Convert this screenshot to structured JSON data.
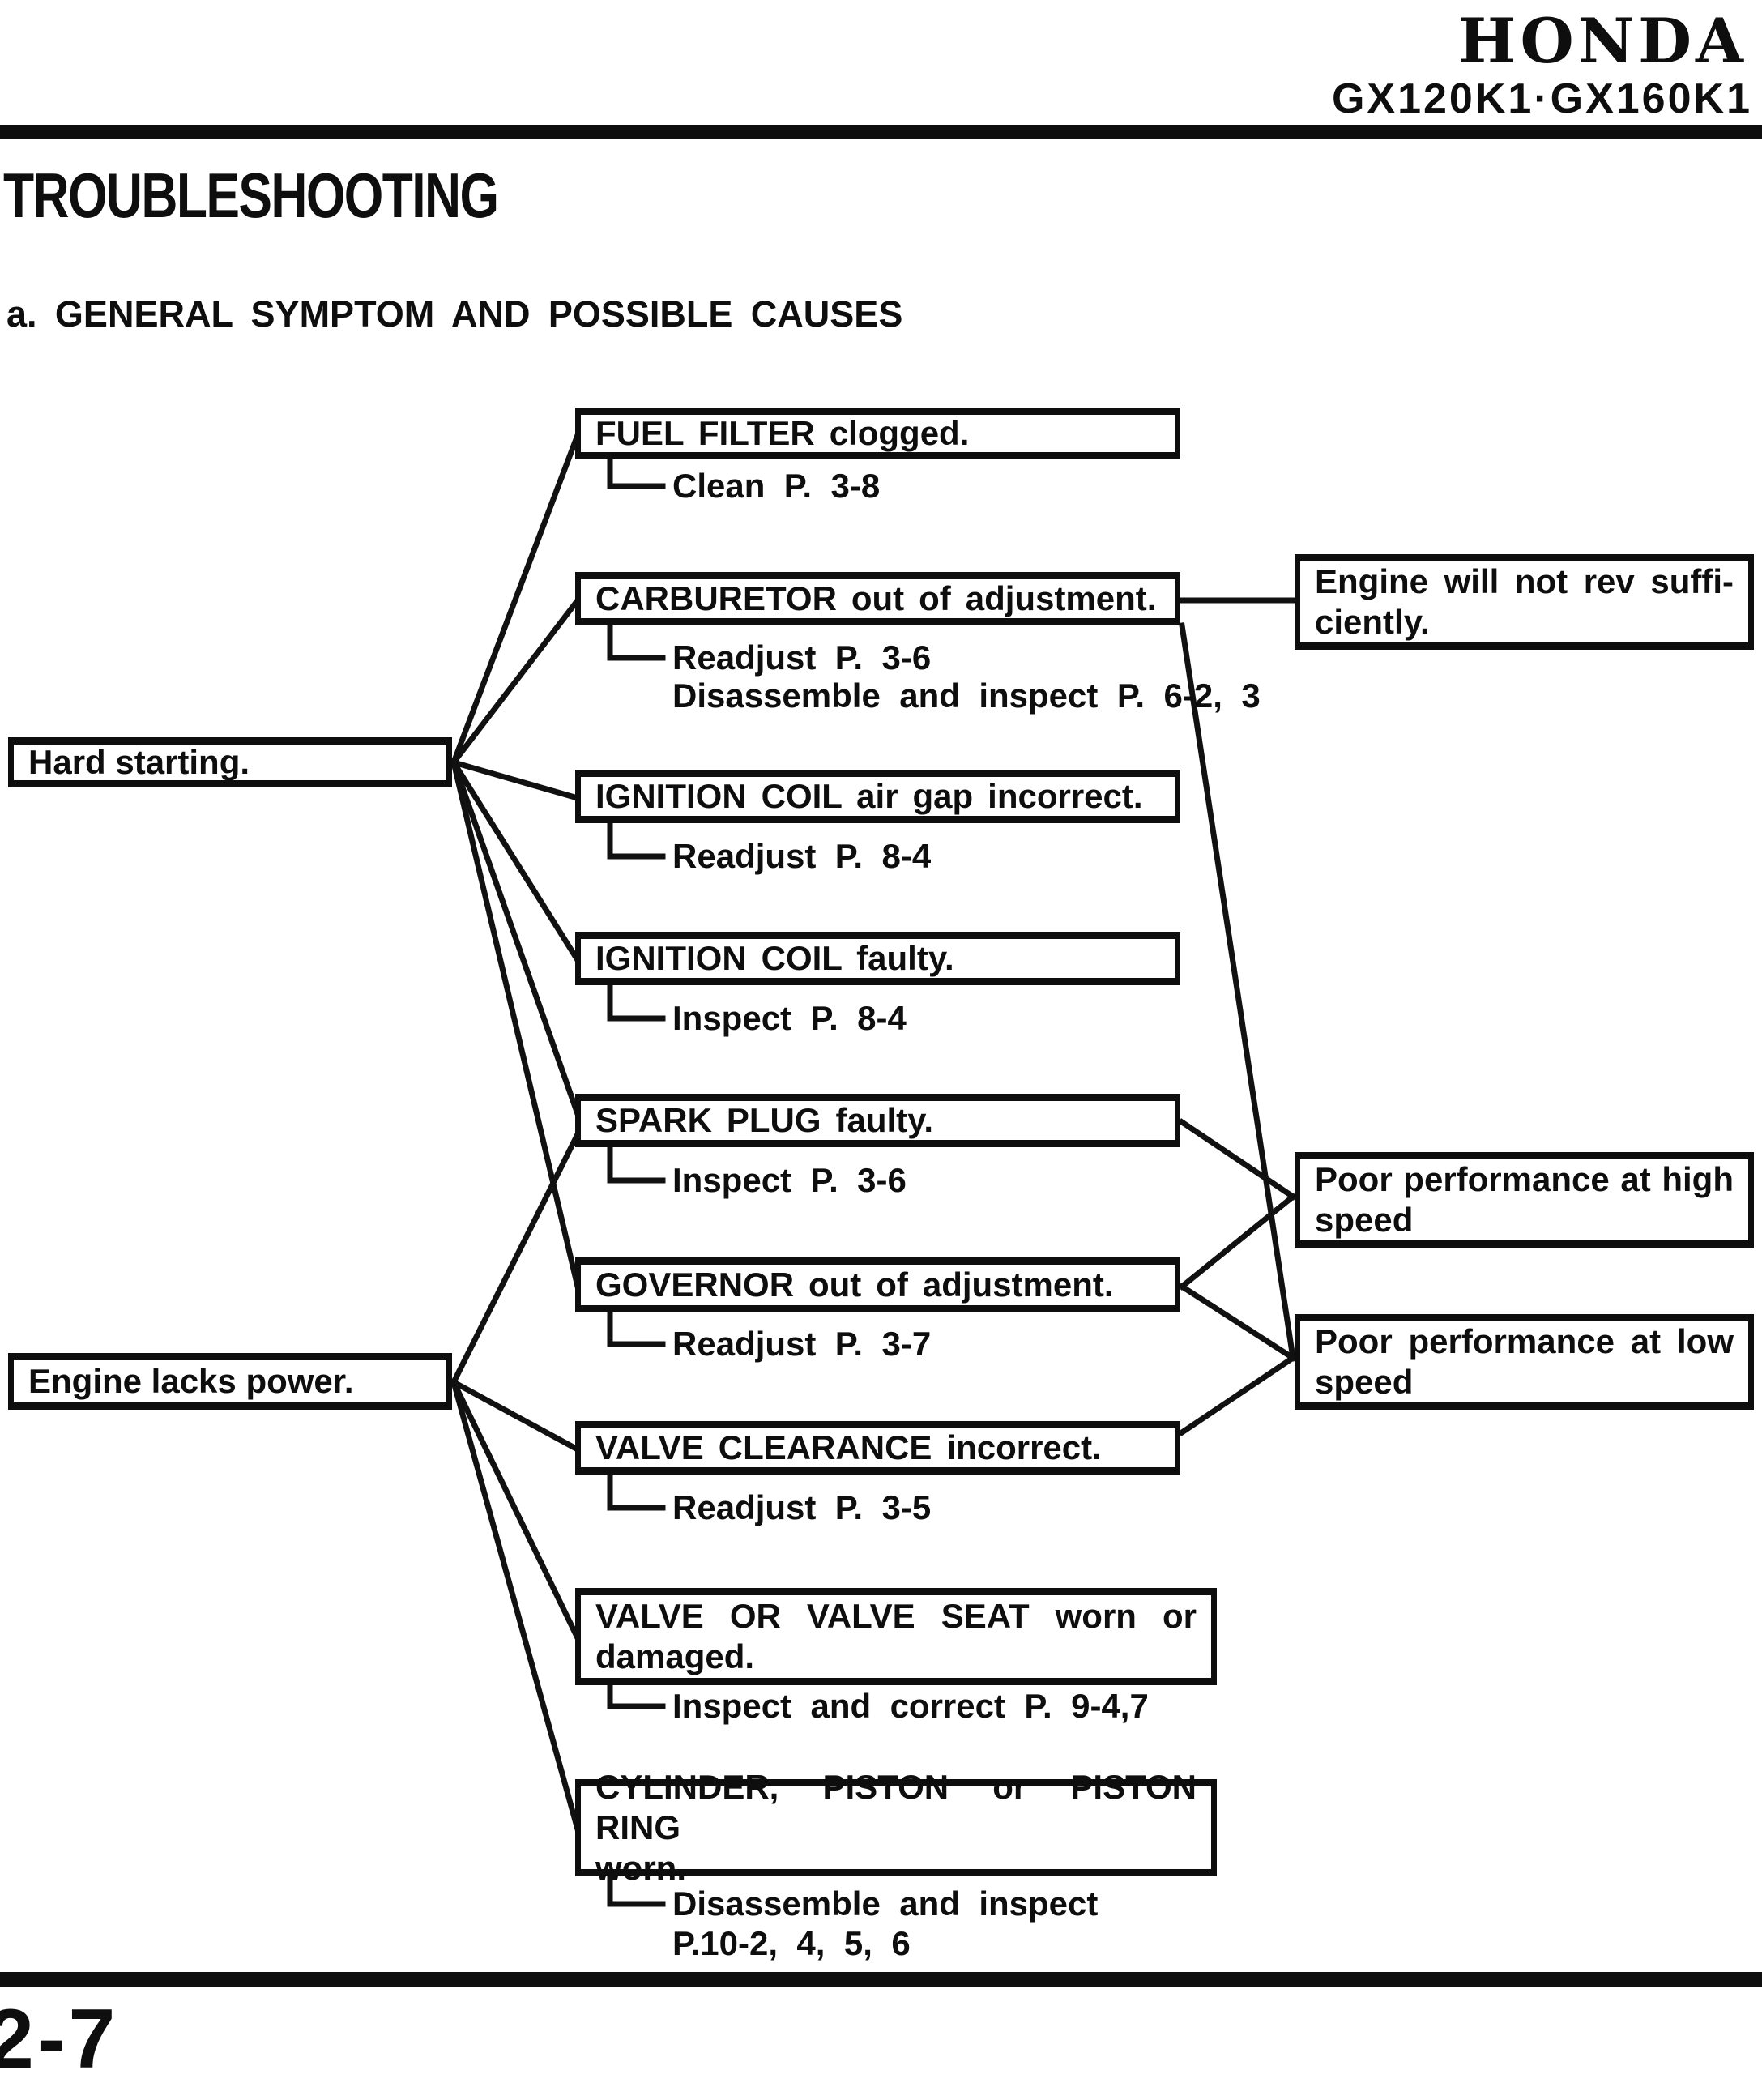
{
  "header": {
    "brand": "HONDA",
    "model": "GX120K1·GX160K1"
  },
  "page": {
    "title": "TROUBLESHOOTING",
    "section_heading": "a. GENERAL SYMPTOM AND POSSIBLE CAUSES",
    "page_number": "2-7"
  },
  "symptoms": [
    {
      "label": "Hard starting."
    },
    {
      "label": "Engine lacks power."
    }
  ],
  "causes": [
    {
      "title": "FUEL FILTER clogged.",
      "remedy_lines": [
        "Clean P. 3-8"
      ]
    },
    {
      "title": "CARBURETOR out of adjustment.",
      "remedy_lines": [
        "Readjust P. 3-6",
        "Disassemble and inspect P. 6-2, 3"
      ]
    },
    {
      "title": "IGNITION COIL air gap incorrect.",
      "remedy_lines": [
        "Readjust P. 8-4"
      ]
    },
    {
      "title": "IGNITION COIL faulty.",
      "remedy_lines": [
        "Inspect P. 8-4"
      ]
    },
    {
      "title": "SPARK PLUG faulty.",
      "remedy_lines": [
        "Inspect P. 3-6"
      ]
    },
    {
      "title": "GOVERNOR out of adjustment.",
      "remedy_lines": [
        "Readjust P. 3-7"
      ]
    },
    {
      "title": "VALVE CLEARANCE incorrect.",
      "remedy_lines": [
        "Readjust P. 3-5"
      ]
    },
    {
      "title_line1": "VALVE OR VALVE SEAT worn or",
      "title_line2": "damaged.",
      "remedy_lines": [
        "Inspect and correct P. 9-4,7"
      ]
    },
    {
      "title_line1": "CYLINDER, PISTON or PISTON RING",
      "title_line2": "worn.",
      "remedy_lines": [
        "Disassemble and inspect",
        "P.10-2, 4, 5, 6"
      ]
    }
  ],
  "outcomes": [
    {
      "line1": "Engine will not rev suffi-",
      "line2": "ciently."
    },
    {
      "line1": "Poor performance at high",
      "line2": "speed"
    },
    {
      "line1": "Poor performance at low",
      "line2": "speed"
    }
  ]
}
